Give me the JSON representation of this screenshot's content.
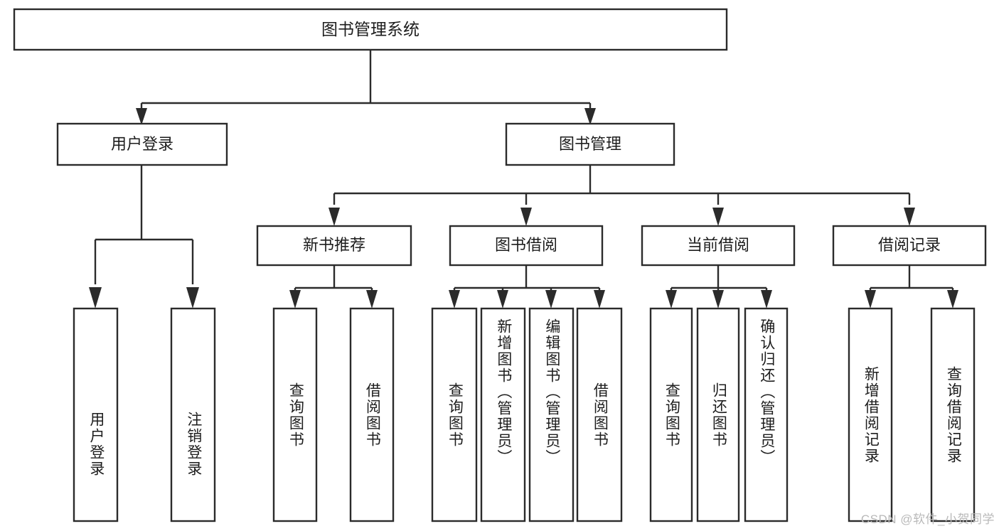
{
  "diagram": {
    "type": "hierarchy-tree",
    "title_node": {
      "id": "root",
      "label": "图书管理系统"
    },
    "level2": [
      {
        "id": "user-login",
        "label": "用户登录"
      },
      {
        "id": "book-manage",
        "label": "图书管理"
      }
    ],
    "level3": [
      {
        "id": "new-book-recommend",
        "label": "新书推荐",
        "parent": "book-manage"
      },
      {
        "id": "book-borrow",
        "label": "图书借阅",
        "parent": "book-manage"
      },
      {
        "id": "current-borrow",
        "label": "当前借阅",
        "parent": "book-manage"
      },
      {
        "id": "borrow-record",
        "label": "借阅记录",
        "parent": "book-manage"
      }
    ],
    "leaves": {
      "user_login": [
        {
          "id": "leaf-user-login",
          "label": "用户登录"
        },
        {
          "id": "leaf-logout",
          "label": "注销登录"
        }
      ],
      "new_book_recommend": [
        {
          "id": "leaf-query-book-1",
          "label": "查询图书"
        },
        {
          "id": "leaf-borrow-book-1",
          "label": "借阅图书"
        }
      ],
      "book_borrow": [
        {
          "id": "leaf-query-book-2",
          "label": "查询图书"
        },
        {
          "id": "leaf-add-book",
          "label": "新增图书（管理员）"
        },
        {
          "id": "leaf-edit-book",
          "label": "编辑图书（管理员）"
        },
        {
          "id": "leaf-borrow-book-2",
          "label": "借阅图书"
        }
      ],
      "current_borrow": [
        {
          "id": "leaf-query-book-3",
          "label": "查询图书"
        },
        {
          "id": "leaf-return-book",
          "label": "归还图书"
        },
        {
          "id": "leaf-confirm-return",
          "label": "确认归还（管理员）"
        }
      ],
      "borrow_record": [
        {
          "id": "leaf-add-record",
          "label": "新增借阅记录"
        },
        {
          "id": "leaf-query-record",
          "label": "查询借阅记录"
        }
      ]
    },
    "colors": {
      "stroke": "#2b2b2b",
      "fill": "#ffffff",
      "text": "#1d1d1d",
      "watermark": "#b9b9b9"
    }
  },
  "watermark": {
    "text": "CSDN @软件_小贺同学"
  }
}
